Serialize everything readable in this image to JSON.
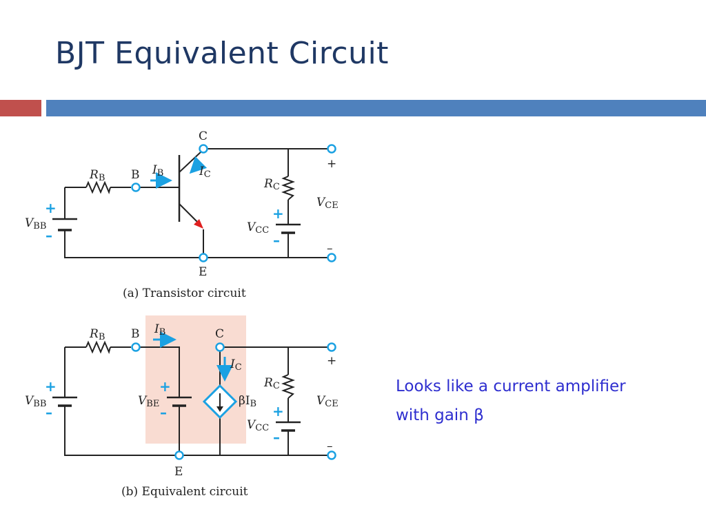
{
  "slide": {
    "title": "BJT Equivalent Circuit",
    "note_line1": "Looks like a current amplifier",
    "note_line2": " with gain β"
  },
  "colors": {
    "title": "#1f3864",
    "accent_red": "#c0504d",
    "accent_blue": "#4f81bd",
    "note_text": "#2e2ecf",
    "terminal": "#1ba1e2",
    "arrow_red": "#e02020",
    "highlight": "#f9dcd2"
  },
  "circuit_a": {
    "caption": "(a) Transistor circuit",
    "rb": "R",
    "rb_sub": "B",
    "b": "B",
    "c": "C",
    "e": "E",
    "ib": "I",
    "ib_sub": "B",
    "ic": "I",
    "ic_sub": "C",
    "rc": "R",
    "rc_sub": "C",
    "vce": "V",
    "vce_sub": "CE",
    "vbb": "V",
    "vbb_sub": "BB",
    "vcc": "V",
    "vcc_sub": "CC",
    "plus": "+",
    "minus": "–",
    "vce_plus": "+",
    "vce_minus": "–"
  },
  "circuit_b": {
    "caption": "(b) Equivalent circuit",
    "rb": "R",
    "rb_sub": "B",
    "b": "B",
    "c": "C",
    "e": "E",
    "ib": "I",
    "ib_sub": "B",
    "ic": "I",
    "ic_sub": "C",
    "rc": "R",
    "rc_sub": "C",
    "vce": "V",
    "vce_sub": "CE",
    "vbb": "V",
    "vbb_sub": "BB",
    "vbe": "V",
    "vbe_sub": "BE",
    "vcc": "V",
    "vcc_sub": "CC",
    "beta_ib": "βI",
    "beta_ib_sub": "B",
    "plus": "+",
    "minus": "–",
    "vce_plus": "+",
    "vce_minus": "–"
  }
}
